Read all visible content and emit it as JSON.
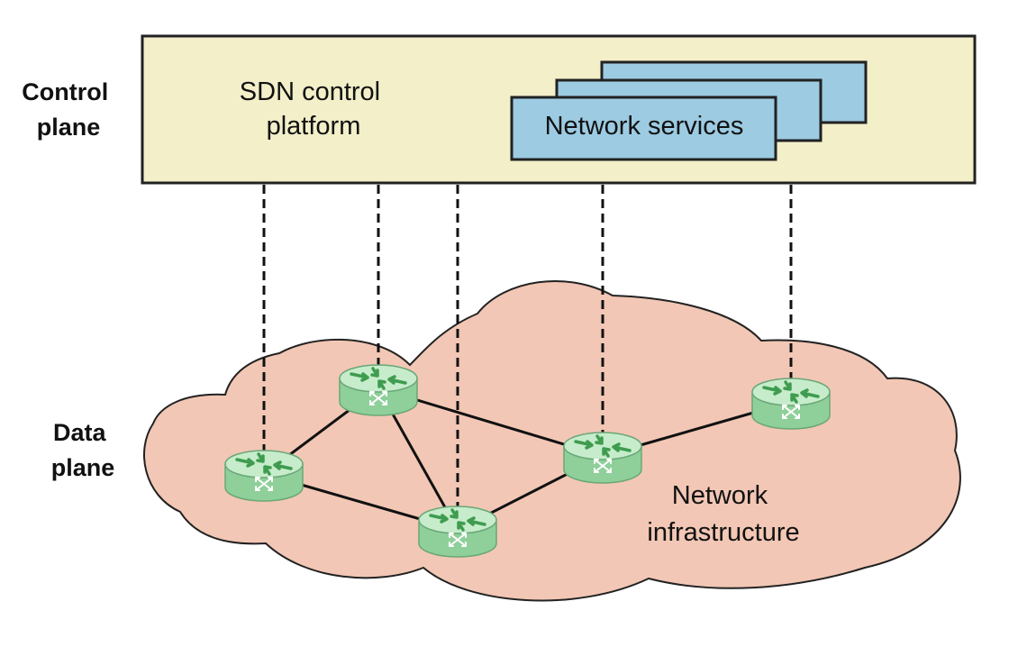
{
  "labels": {
    "control_plane": [
      "Control",
      "plane"
    ],
    "data_plane": [
      "Data",
      "plane"
    ],
    "sdn_platform": [
      "SDN control",
      "platform"
    ],
    "network_services": "Network services",
    "network_infrastructure": [
      "Network",
      "infrastructure"
    ]
  },
  "colors": {
    "control_box_fill": "#f2efc9",
    "service_fill": "#9ccbe2",
    "cloud_fill": "#f2c7b5",
    "router_body": "#8fcf9a",
    "router_top": "#c6eccb",
    "router_arrow": "#3f9c4f",
    "line": "#111111"
  },
  "nodes": [
    {
      "id": "r1",
      "icon": "router-icon"
    },
    {
      "id": "r2",
      "icon": "router-icon"
    },
    {
      "id": "r3",
      "icon": "router-icon"
    },
    {
      "id": "r4",
      "icon": "router-icon"
    },
    {
      "id": "r5",
      "icon": "router-icon"
    }
  ],
  "links": [
    [
      "r1",
      "r2"
    ],
    [
      "r1",
      "r3"
    ],
    [
      "r2",
      "r3"
    ],
    [
      "r2",
      "r4"
    ],
    [
      "r3",
      "r4"
    ],
    [
      "r4",
      "r5"
    ]
  ],
  "control_connections": [
    "r1",
    "r2",
    "r3",
    "r4",
    "r5"
  ]
}
